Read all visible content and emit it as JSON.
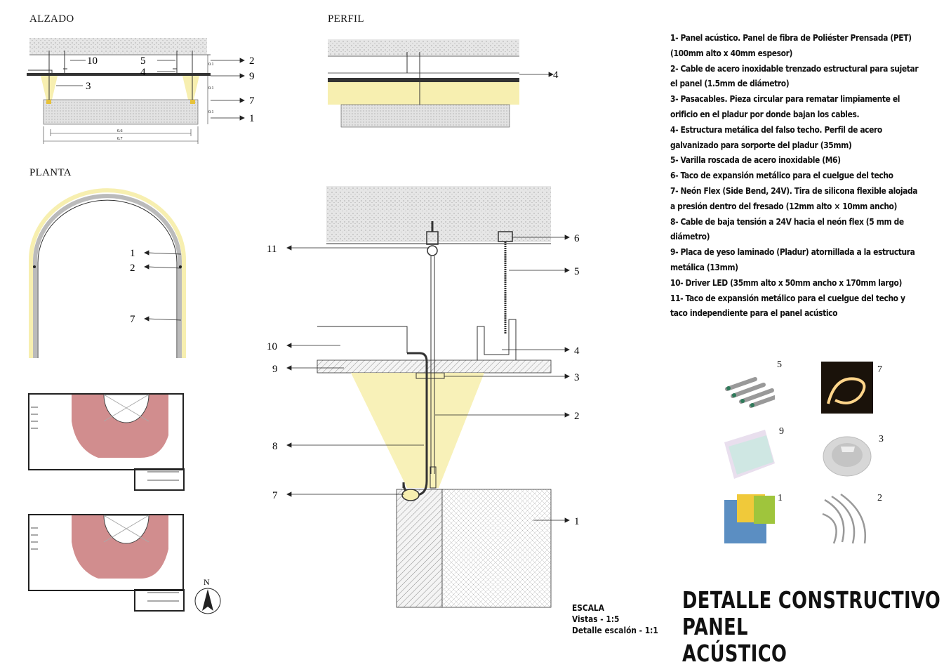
{
  "sections": {
    "alzado": "ALZADO",
    "perfil": "PERFIL",
    "planta": "PLANTA"
  },
  "alzado_labels": [
    "10",
    "5",
    "4",
    "3",
    "2",
    "9",
    "7",
    "1"
  ],
  "alzado_dims": {
    "inner": "0.6",
    "outer": "0.7",
    "d1": "0.1",
    "d2": "0.1",
    "d3": "0.1"
  },
  "perfil_labels": [
    "4"
  ],
  "planta_labels": [
    "1",
    "2",
    "7"
  ],
  "detail_labels": [
    "11",
    "10",
    "9",
    "8",
    "7",
    "6",
    "5",
    "4",
    "3",
    "2",
    "1"
  ],
  "north": "N",
  "legend": [
    "1- Panel acústico. Panel de fibra de Poliéster Prensada (PET) (100mm alto x 40mm espesor)",
    "2- Cable de acero inoxidable trenzado estructural para sujetar el panel (1.5mm de diámetro)",
    "3- Pasacables. Pieza circular para rematar limpiamente el orificio en el pladur por donde bajan los cables.",
    "4- Estructura metálica del falso techo. Perfil de acero galvanizado para sorporte del pladur (35mm)",
    "5- Varilla roscada de acero inoxidable (M6)",
    "6- Taco de expansión metálico para el cuelgue del techo",
    "7- Neón Flex (Side Bend, 24V). Tira de silicona flexible alojada a presión dentro del fresado (12mm alto × 10mm ancho)",
    "8- Cable de baja tensión a 24V hacia el neón flex (5 mm de diámetro)",
    "9- Placa de yeso laminado (Pladur) atornillada a la estructura metálica (13mm)",
    "10- Driver LED (35mm alto x 50mm ancho x 170mm largo)",
    "11- Taco de expansión metálico para el cuelgue del techo y taco independiente para el panel acústico"
  ],
  "thumbs": [
    "5",
    "7",
    "9",
    "3",
    "1",
    "2"
  ],
  "escala": {
    "title": "ESCALA",
    "vistas": "Vistas - 1:5",
    "detalle": "Detalle escalón - 1:1"
  },
  "title": {
    "line1": "DETALLE CONSTRUCTIVO PANEL",
    "line2": "ACÚSTICO"
  },
  "colors": {
    "glow": "#f7efb0",
    "seat": "#c9797a",
    "concrete": "#d8d8d8"
  }
}
